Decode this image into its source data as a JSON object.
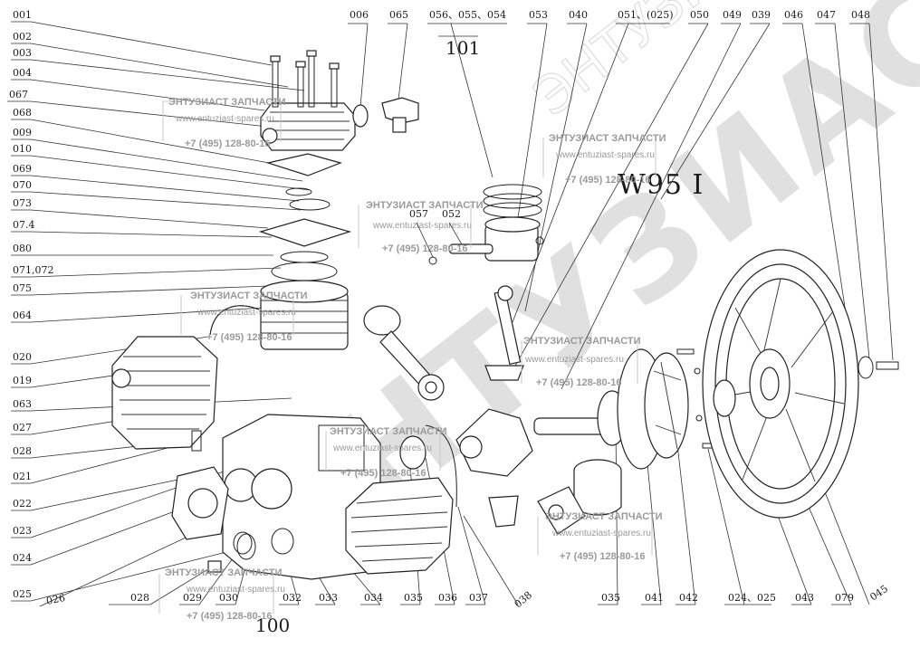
{
  "diagram": {
    "model_title": "W95 I",
    "brand_watermark": "ЭНТУЗИАСТ",
    "brand_registered": "®",
    "group_labels": {
      "top": "101",
      "bottom": "100"
    },
    "watermark": {
      "name": "ЭНТУЗИАСТ ЗАПЧАСТИ",
      "site": "www.entuziast-spares.ru",
      "phone": "+7 (495) 128-80-16"
    },
    "labels": {
      "l001": "001",
      "l002": "002",
      "l003": "003",
      "l004": "004",
      "l067": "067",
      "l068": "068",
      "l009": "009",
      "l010": "010",
      "l069": "069",
      "l070": "070",
      "l073": "073",
      "l074": "07.4",
      "l080": "080",
      "l071": "071,072",
      "l075": "075",
      "l064": "064",
      "l020": "020",
      "l019": "019",
      "l063": "063",
      "l027": "027",
      "l028a": "028",
      "l021": "021",
      "l022": "022",
      "l023": "023",
      "l024a": "024",
      "l025": "025",
      "t006": "006",
      "t065": "065",
      "t056": "056、055、054",
      "t053": "053",
      "t040": "040",
      "t051": "051、(025)",
      "t050": "050",
      "t049": "049",
      "t039": "039",
      "t046": "046",
      "t047": "047",
      "t048": "048",
      "m057": "057",
      "m052": "052",
      "b026": "026",
      "b028": "028",
      "b029": "029",
      "b030": "030",
      "b032": "032",
      "b033": "033",
      "b034": "034",
      "b035": "035",
      "b036": "036",
      "b037": "037",
      "b038": "038",
      "b035b": "035",
      "b041": "041",
      "b042": "042",
      "b024": "024、025",
      "b043": "043",
      "b079": "079",
      "b045": "045"
    }
  }
}
